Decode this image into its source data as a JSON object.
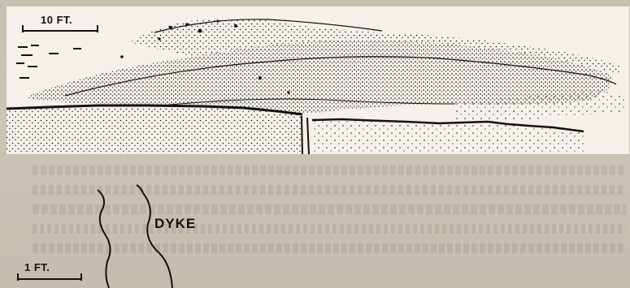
{
  "figure": {
    "scale_top": "10 FT.",
    "scale_bottom": "1 FT.",
    "dyke_label": "DYKE"
  }
}
